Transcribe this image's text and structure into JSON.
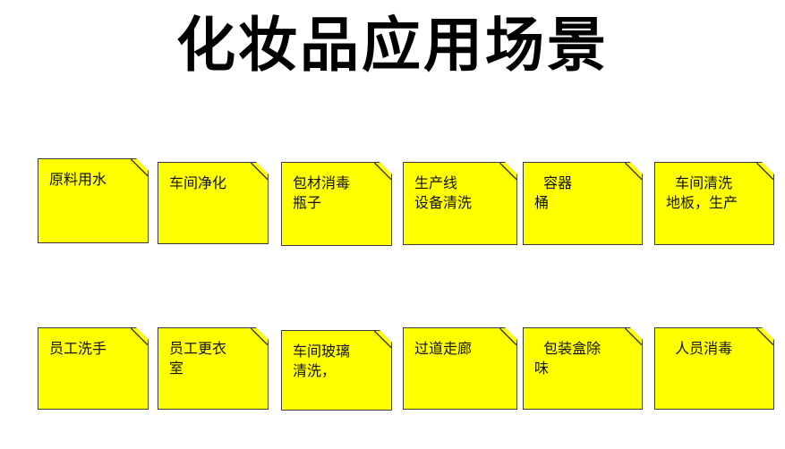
{
  "title": "化妆品应用场景",
  "cards": [
    {
      "label": "原料用水"
    },
    {
      "label": "车间净化"
    },
    {
      "label": "包材消毒\n瓶子"
    },
    {
      "label": "生产线\n设备清洗"
    },
    {
      "label": "  容器\n桶"
    },
    {
      "label": "  车间清洗\n地板，生产"
    },
    {
      "label": "员工洗手"
    },
    {
      "label": "员工更衣\n室"
    },
    {
      "label": "车间玻璃\n清洗，"
    },
    {
      "label": "过道走廊"
    },
    {
      "label": "  包装盒除\n味"
    },
    {
      "label": "  人员消毒"
    }
  ],
  "colors": {
    "card_fill": "#ffff00",
    "card_border": "#3a3a3a"
  }
}
